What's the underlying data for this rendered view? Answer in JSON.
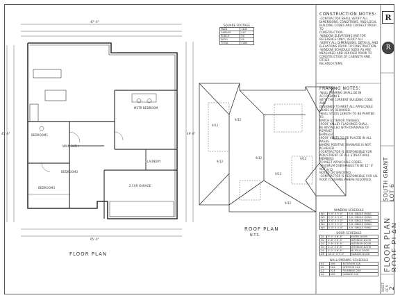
{
  "square_footage": {
    "title": "SQUARE FOOTAGE",
    "rows": [
      {
        "label": "MAIN",
        "value": "1845"
      },
      {
        "label": "GARAGE",
        "value": "442"
      },
      {
        "label": "PORCH",
        "value": "56"
      },
      {
        "label": "PATIO",
        "value": "95"
      }
    ],
    "total_label": "TOTAL",
    "total_value": "2385"
  },
  "construction_notes": {
    "title": "CONSTRUCTION NOTES:",
    "lines": [
      "-CONTRACTOR SHALL VERIFY ALL",
      "DIMENSIONS, CONDITIONS, AND LOCAL",
      "BUILDING CODES AND CORRECT PRIOR TO",
      "CONSTRUCTION.",
      "-WINDOW ELEVATIONS ARE FOR",
      "REFERENCE ONLY, VERIFY ALL",
      "-VERIFY ALL DIMENSIONS, DETAILS, AND",
      "ELEVATIONS PRIOR TO CONSTRUCTION.",
      "-WINDOW SCHEDULE SIZES AS ARE",
      "MEASURED AND VERIFIED PRIOR TO",
      "CONSTRUCTION OF CABINETS AND OTHER",
      "RELATED ITEMS."
    ]
  },
  "framing_notes": {
    "title": "FRAMING NOTES:",
    "lines": [
      "-WALL FRAMING SHALL BE IN ACCORDANCE",
      "WITH THE CURRENT BUILDING CODE AND",
      "DESIGNED TO MEET ALL APPLICABLE",
      "LOADS AS REQUIRED.",
      "-WALL STUDS LENGTH TO BE PAINTED TO",
      "MATCH EXTERIOR FINISHES.",
      "-ROOF VALLEY FLASHINGS SHALL",
      "BE INSTALLED WITH DRAINAGE OF ASPHALT",
      "SHINGLES.",
      "-ROOF VENTS TO BE PLACED IN ALL AREAS",
      "WHERE POSITIVE DRAINAGE IS NOT",
      "ACHIEVED.",
      "-CONTRACTOR IS RESPONSIBLE FOR",
      "ADJUSTMENT OF ALL STRUCTURAL MEMBERS",
      "TO MEET APPLICABLE CODES.",
      "-MAXIMUM OVERHANGS TO BE 12\" IF NOT",
      "NOTED OR SPECIFIED.",
      "-CONTRACTOR IS RESPONSIBLE FOR ALL",
      "ROOF FLASHING WHERE REQUIRED."
    ]
  },
  "window_schedule": {
    "title": "WINDOW SCHEDULE",
    "rows": [
      [
        "W1",
        "3'-0\" X 5'-0\"",
        "S.H. SINGLE HUNG"
      ],
      [
        "W2",
        "2'-0\" X 3'-0\"",
        "S.H. SINGLE HUNG"
      ],
      [
        "W3",
        "3'-0\" X 4'-0\"",
        "S.H. SINGLE HUNG"
      ],
      [
        "W4",
        "4'-0\" X 5'-0\"",
        "S.H. SINGLE HUNG"
      ],
      [
        "W5",
        "5'-0\" X 4'-0\"",
        "S.H. SINGLE HUNG"
      ]
    ]
  },
  "door_schedule": {
    "title": "DOOR SCHEDULE",
    "rows": [
      [
        "D1",
        "3'-0\" X 6'-8\"",
        "ENTRY DOOR"
      ],
      [
        "D2",
        "2'-8\" X 6'-8\"",
        "INTERIOR DOOR"
      ],
      [
        "D3",
        "2'-6\" X 6'-8\"",
        "INTERIOR DOOR"
      ],
      [
        "D4",
        "2'-0\" X 6'-8\"",
        "INTERIOR DOOR"
      ],
      [
        "D5",
        "5'-0\" X 6'-8\"",
        "BI-FOLD DOOR"
      ],
      [
        "D6",
        "16'-0\" X 7'-0\"",
        "GARAGE DOOR"
      ]
    ]
  },
  "wall_schedule": {
    "title": "WALL/OPENING SCHEDULE",
    "rows": [
      [
        "A1",
        "2X6",
        "EXTERIOR 2X6"
      ],
      [
        "A2",
        "2X4",
        "INTERIOR 2X4"
      ],
      [
        "A3",
        "2X4",
        "PLUMBING 2X6"
      ],
      [
        "A4",
        "2X6",
        "GARAGE 2X6"
      ]
    ]
  },
  "floor_plan": {
    "label": "FLOOR PLAN",
    "rooms": {
      "master_bedroom": "MSTR BEDROOM",
      "bedroom1": "BEDROOM1",
      "bedroom2": "BEDROOM2",
      "bedroom3": "BEDROOM3",
      "main_bath": "MAIN BATH",
      "laundry": "LAUNDRY",
      "garage": "2 CAR GARAGE"
    },
    "dims": {
      "top_overall": "47'-0\"",
      "bottom_overall": "65'-0\"",
      "left_overall": "45'-6\"",
      "right_overall": "49'-6\""
    }
  },
  "roof_plan": {
    "label": "ROOF PLAN",
    "scale": "N.T.S.",
    "pitches": [
      "9/12",
      "9/12",
      "9/12",
      "9/12",
      "9/12",
      "9/12",
      "9/12",
      "9/12"
    ]
  },
  "title_block": {
    "project_line1": "SOUTH GRANT",
    "project_line2": "LOT 6",
    "sheet_title_line1": "FLOOR PLAN",
    "sheet_title_line2": "ROOF PLAN",
    "sheet_label": "SHEET:",
    "sheet_number": "2",
    "sheet_of": "OF 5",
    "logo_letter": "R"
  },
  "colors": {
    "ink": "#333333",
    "background": "#ffffff"
  }
}
